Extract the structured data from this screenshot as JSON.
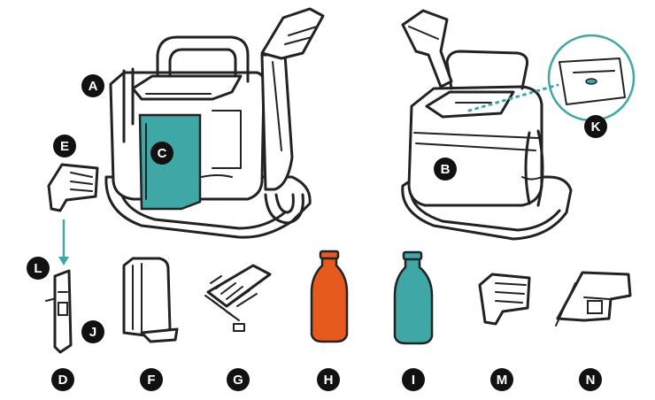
{
  "colors": {
    "accent_teal": "#3fa7a5",
    "accent_orange": "#e65a1e",
    "ink": "#222222",
    "callout_bg": "#111111"
  },
  "callouts": {
    "A": "A",
    "B": "B",
    "C": "C",
    "D": "D",
    "E": "E",
    "F": "F",
    "G": "G",
    "H": "H",
    "I": "I",
    "J": "J",
    "K": "K",
    "L": "L",
    "M": "M",
    "N": "N"
  },
  "icons": [
    "arrow-down-icon",
    "dotted-leader-icon"
  ]
}
